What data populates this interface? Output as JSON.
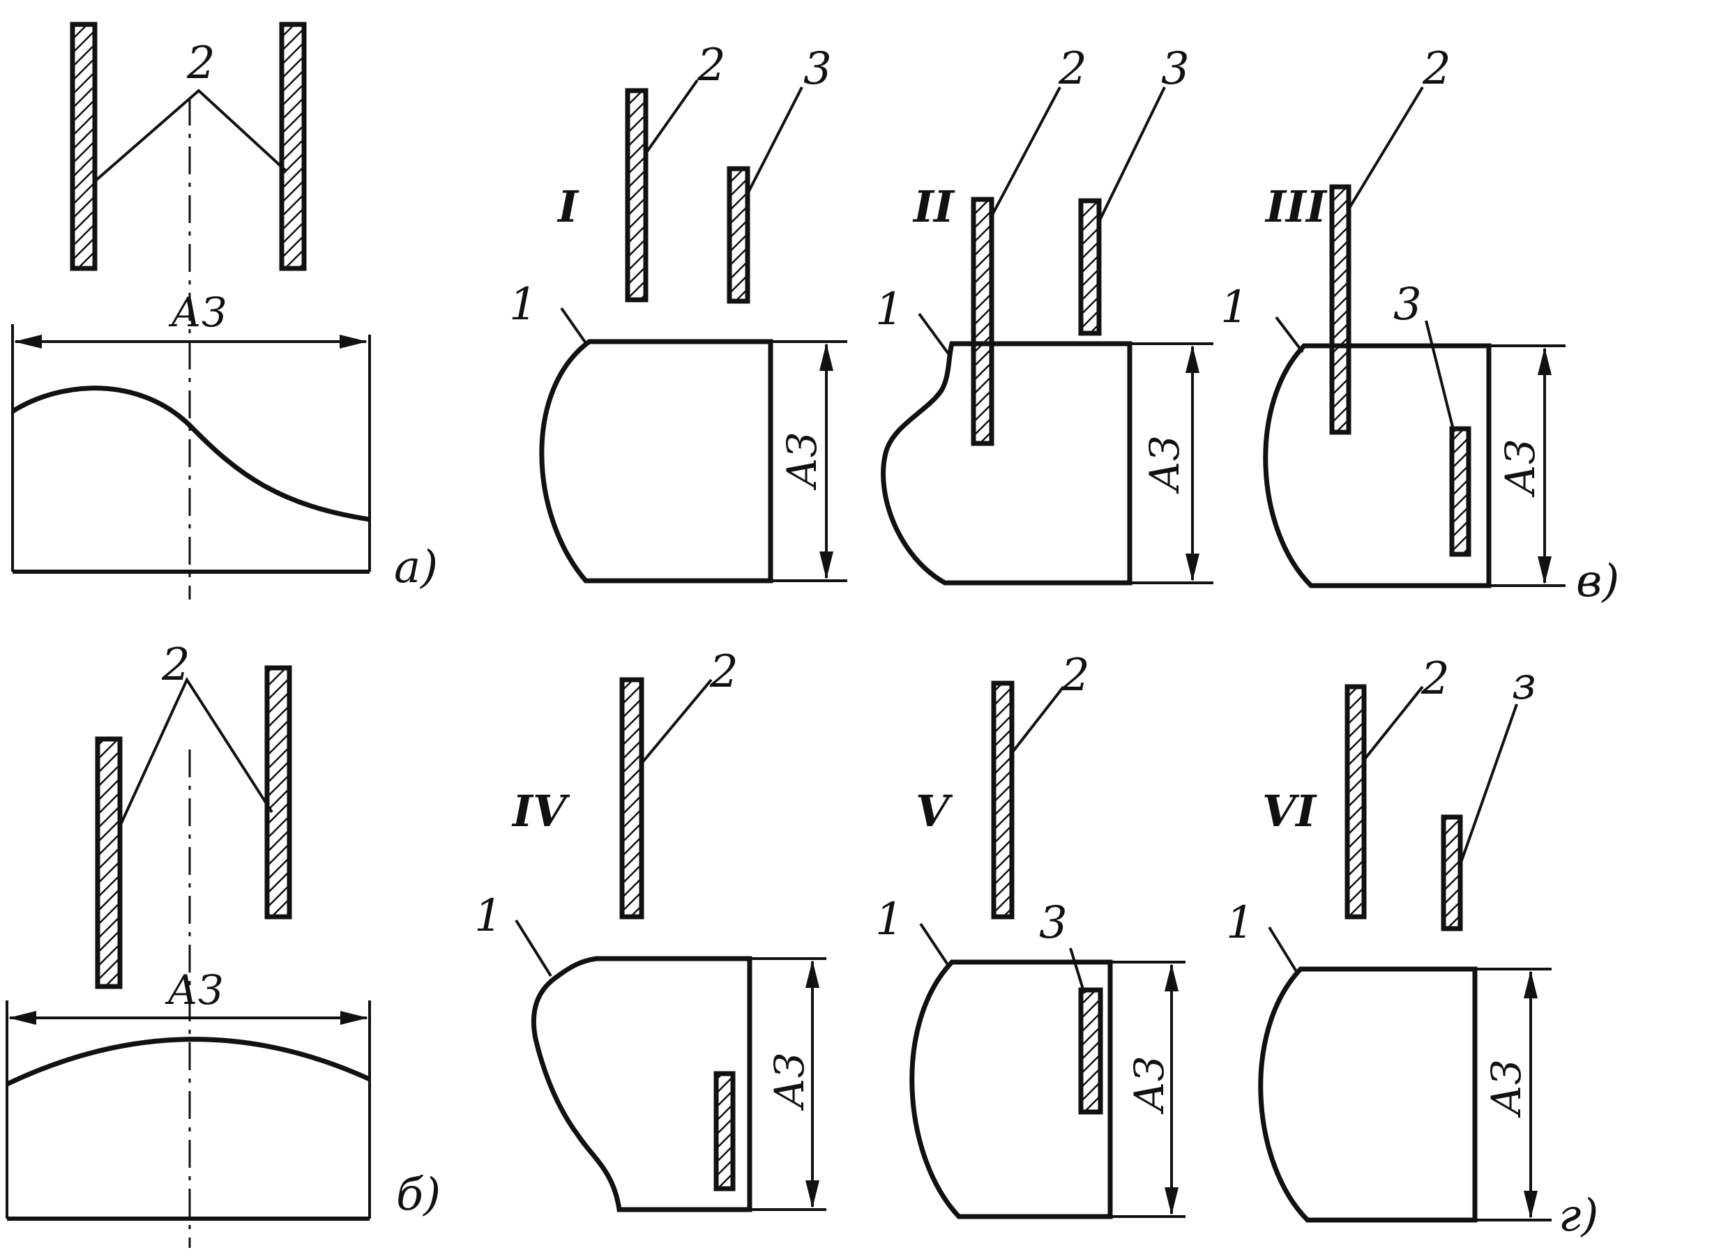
{
  "labels": {
    "az": "АЗ",
    "core": "1",
    "rod_2": "2",
    "rod_3": "3",
    "rod_3_alt": "з"
  },
  "captions": {
    "a": "a)",
    "b": "б)",
    "v": "в)",
    "g": "г)"
  },
  "romans": {
    "i": "I",
    "ii": "II",
    "iii": "III",
    "iv": "IV",
    "v": "V",
    "vi": "VI"
  }
}
